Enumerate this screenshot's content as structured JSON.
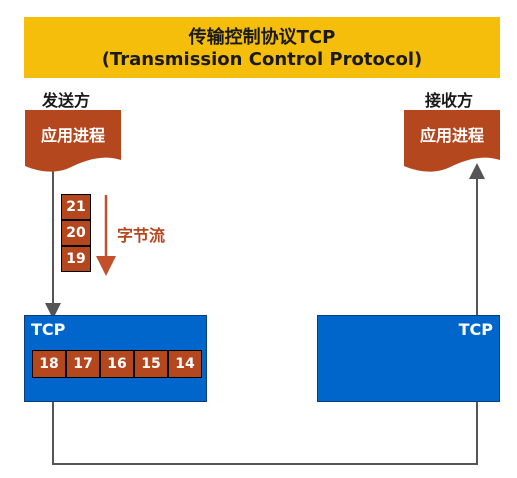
{
  "banner": {
    "title": "传输控制协议TCP",
    "subtitle": "(Transmission Control Protocol)"
  },
  "sender": {
    "label": "发送方",
    "process": "应用进程",
    "stream_label": "字节流",
    "stream_bytes": [
      "21",
      "20",
      "19"
    ],
    "tcp_label": "TCP",
    "buffer_bytes": [
      "18",
      "17",
      "16",
      "15",
      "14"
    ]
  },
  "receiver": {
    "label": "接收方",
    "process": "应用进程",
    "tcp_label": "TCP"
  },
  "colors": {
    "banner": "#f5be0a",
    "process": "#b5471f",
    "tcp": "#0066cc",
    "line": "#555555"
  }
}
